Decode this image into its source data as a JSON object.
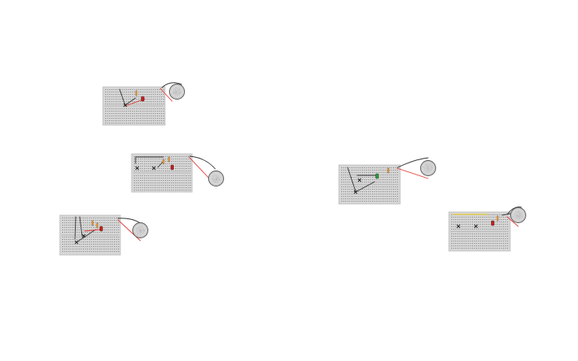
{
  "workspace": {
    "title": "",
    "circuits": [
      {
        "id": 1,
        "breadboard": "breadboard",
        "battery": "coin-cell",
        "components": [
          "wire-black",
          "wire-red",
          "led-red",
          "resistor"
        ]
      },
      {
        "id": 2,
        "breadboard": "breadboard",
        "battery": "coin-cell",
        "components": [
          "wire-black",
          "wire-red",
          "led-red",
          "resistor",
          "resistor"
        ]
      },
      {
        "id": 3,
        "breadboard": "breadboard",
        "battery": "coin-cell",
        "components": [
          "wire-black",
          "wire-red",
          "led-red",
          "resistor",
          "resistor"
        ]
      },
      {
        "id": 4,
        "breadboard": "breadboard",
        "battery": "coin-cell",
        "components": [
          "wire-black",
          "wire-red",
          "led-green",
          "resistor"
        ]
      },
      {
        "id": 5,
        "breadboard": "breadboard",
        "battery": "coin-cell",
        "components": [
          "wire-black",
          "wire-yellow",
          "led-red",
          "resistor",
          "resistor"
        ]
      }
    ]
  },
  "colors": {
    "board": "#d6d6d6",
    "board_border": "#bdbdbd",
    "hole": "#6e6e6e",
    "wire_red": "#e53935",
    "wire_black": "#333333",
    "wire_yellow": "#f2d21b",
    "led_red": "#cc1f1f",
    "led_green": "#2e9e3e",
    "battery": "#cfcfcf",
    "battery_edge": "#555555"
  }
}
